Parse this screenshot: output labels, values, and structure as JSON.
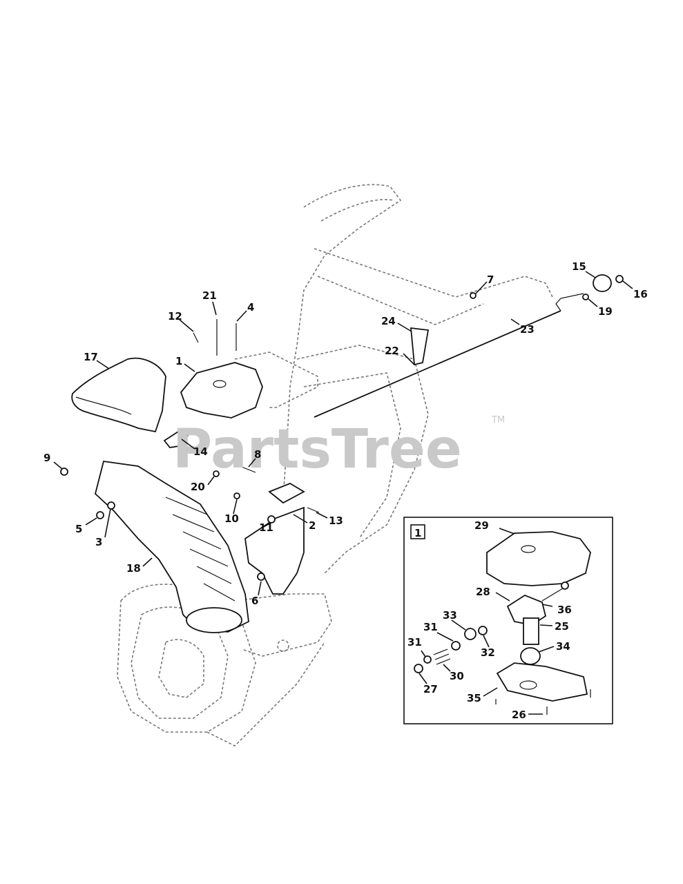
{
  "watermark": {
    "text": "PartsTree",
    "tm": "TM"
  },
  "inset": {
    "tag": "1"
  },
  "callouts": [
    {
      "id": "c1",
      "text": "1"
    },
    {
      "id": "c2",
      "text": "2"
    },
    {
      "id": "c3",
      "text": "3"
    },
    {
      "id": "c4",
      "text": "4"
    },
    {
      "id": "c5",
      "text": "5"
    },
    {
      "id": "c6",
      "text": "6"
    },
    {
      "id": "c7",
      "text": "7"
    },
    {
      "id": "c8",
      "text": "8"
    },
    {
      "id": "c9",
      "text": "9"
    },
    {
      "id": "c10",
      "text": "10"
    },
    {
      "id": "c11",
      "text": "11"
    },
    {
      "id": "c12",
      "text": "12"
    },
    {
      "id": "c13",
      "text": "13"
    },
    {
      "id": "c14",
      "text": "14"
    },
    {
      "id": "c15",
      "text": "15"
    },
    {
      "id": "c16",
      "text": "16"
    },
    {
      "id": "c17",
      "text": "17"
    },
    {
      "id": "c18",
      "text": "18"
    },
    {
      "id": "c19",
      "text": "19"
    },
    {
      "id": "c20",
      "text": "20"
    },
    {
      "id": "c21",
      "text": "21"
    },
    {
      "id": "c22",
      "text": "22"
    },
    {
      "id": "c23",
      "text": "23"
    },
    {
      "id": "c24",
      "text": "24"
    },
    {
      "id": "c25",
      "text": "25"
    },
    {
      "id": "c26",
      "text": "26"
    },
    {
      "id": "c27",
      "text": "27"
    },
    {
      "id": "c28",
      "text": "28"
    },
    {
      "id": "c29",
      "text": "29"
    },
    {
      "id": "c30",
      "text": "30"
    },
    {
      "id": "c31a",
      "text": "31"
    },
    {
      "id": "c31b",
      "text": "31"
    },
    {
      "id": "c32",
      "text": "32"
    },
    {
      "id": "c33",
      "text": "33"
    },
    {
      "id": "c34",
      "text": "34"
    },
    {
      "id": "c35",
      "text": "35"
    },
    {
      "id": "c36",
      "text": "36"
    }
  ]
}
